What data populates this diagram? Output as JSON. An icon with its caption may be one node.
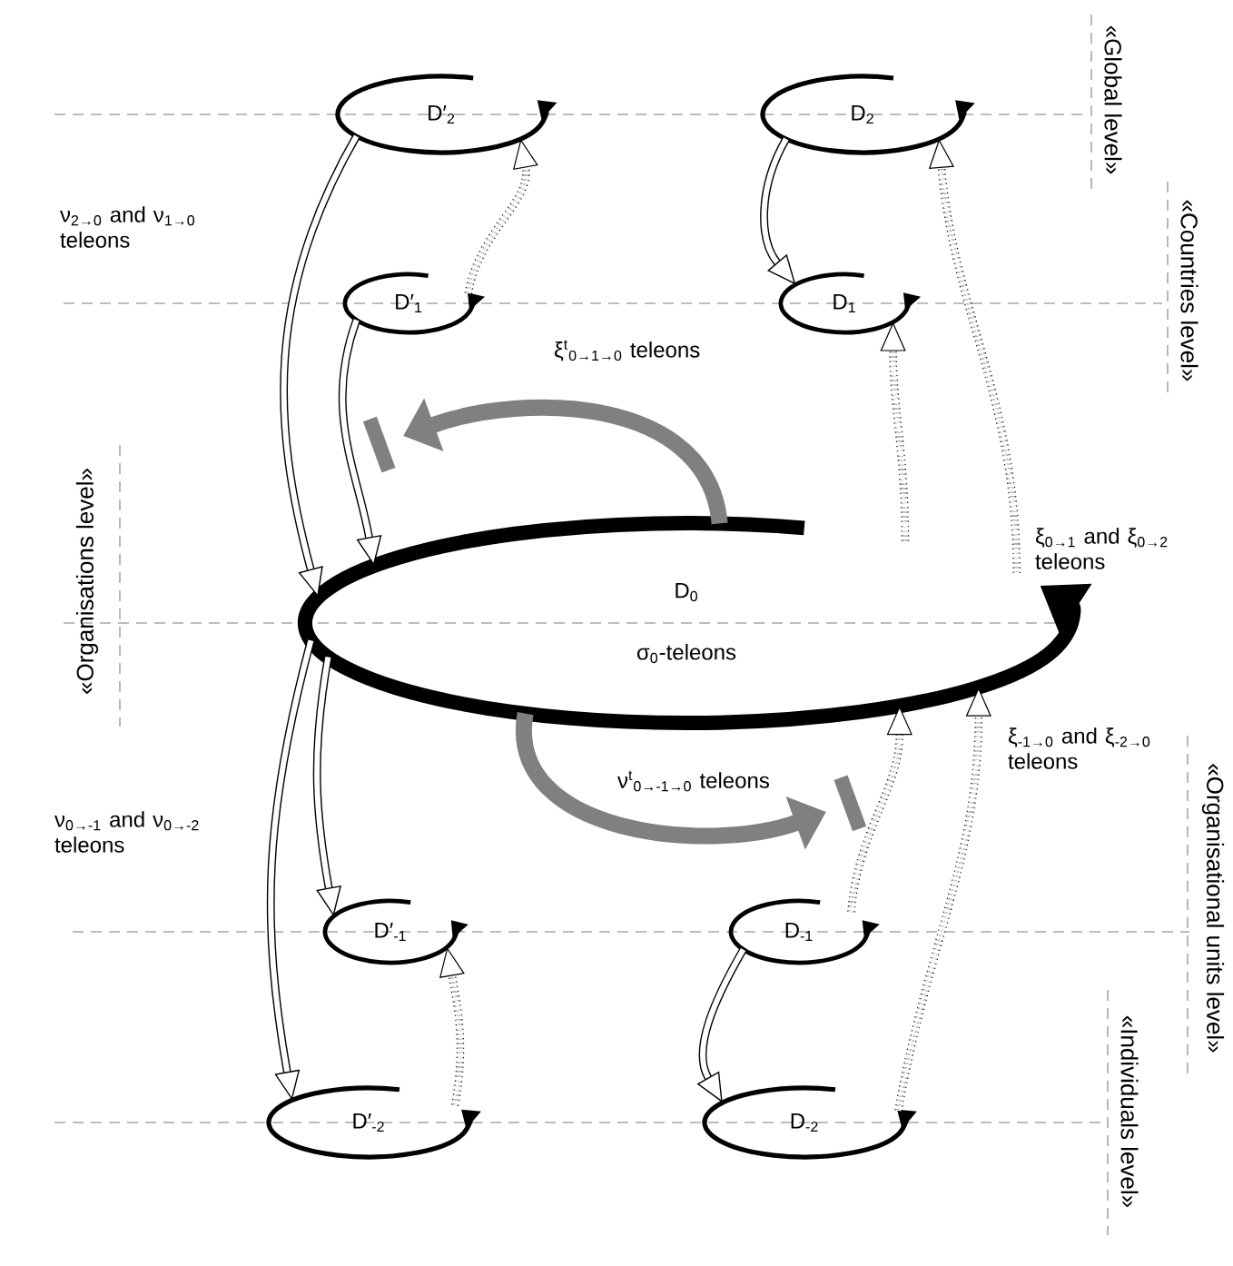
{
  "diagram": {
    "nodes": [
      {
        "text": [
          "D′$_{2}$"
        ]
      },
      {
        "text": [
          "D$_{2}$"
        ]
      },
      {
        "text": [
          "D′$_{1}$"
        ]
      },
      {
        "text": [
          "D$_{1}$"
        ]
      },
      {
        "text": [
          "D$_{0}$",
          "σ$_{0}$-teleons"
        ]
      },
      {
        "text": [
          "D′$_{-1}$"
        ]
      },
      {
        "text": [
          "D$_{-1}$"
        ]
      },
      {
        "text": [
          "D′$_{-2}$"
        ]
      },
      {
        "text": [
          "D$_{-2}$"
        ]
      }
    ],
    "edges": [
      {
        "from": 0,
        "to": 4,
        "arrow": "to",
        "label": "ν$_{2→0}$ and ν$_{1→0}$ teleons"
      },
      {
        "from": 2,
        "to": 4,
        "arrow": "to"
      },
      {
        "from": 2,
        "to": 0,
        "arrow": "to",
        "style": "dashed"
      },
      {
        "from": 1,
        "to": 3,
        "arrow": "to"
      },
      {
        "from": 4,
        "to": 3,
        "arrow": "to",
        "style": "dashed"
      },
      {
        "from": 4,
        "to": 1,
        "arrow": "to",
        "style": "dashed",
        "label": "ξ$_{0→1}$ and ξ$_{0→2}$ teleons"
      },
      {
        "from": 4,
        "to": null,
        "arrow": "to",
        "style": "thick",
        "color": "#808080",
        "label": "ξ$^{t}$$_{0→1→0}$ teleons"
      },
      {
        "from": 4,
        "to": null,
        "arrow": "to",
        "style": "thick",
        "color": "#808080",
        "label": "ν$^{t}$$_{0→-1→0}$ teleons"
      },
      {
        "from": 4,
        "to": 5,
        "arrow": "to"
      },
      {
        "from": 4,
        "to": 7,
        "arrow": "to",
        "label": "ν$_{0→-1}$ and ν$_{0→-2}$ teleons"
      },
      {
        "from": 7,
        "to": 5,
        "arrow": "to",
        "style": "dashed"
      },
      {
        "from": 6,
        "to": 8,
        "arrow": "to"
      },
      {
        "from": 6,
        "to": 4,
        "arrow": "to",
        "style": "dashed"
      },
      {
        "from": 8,
        "to": 4,
        "arrow": "to",
        "style": "dashed",
        "label": "ξ$_{-1→0}$ and ξ$_{-2→0}$ teleons"
      }
    ],
    "labels": [
      "«Global level»",
      "«Countries level»",
      "«Organisations level»",
      "«Organisational units level»",
      "«Individuals level»"
    ]
  }
}
